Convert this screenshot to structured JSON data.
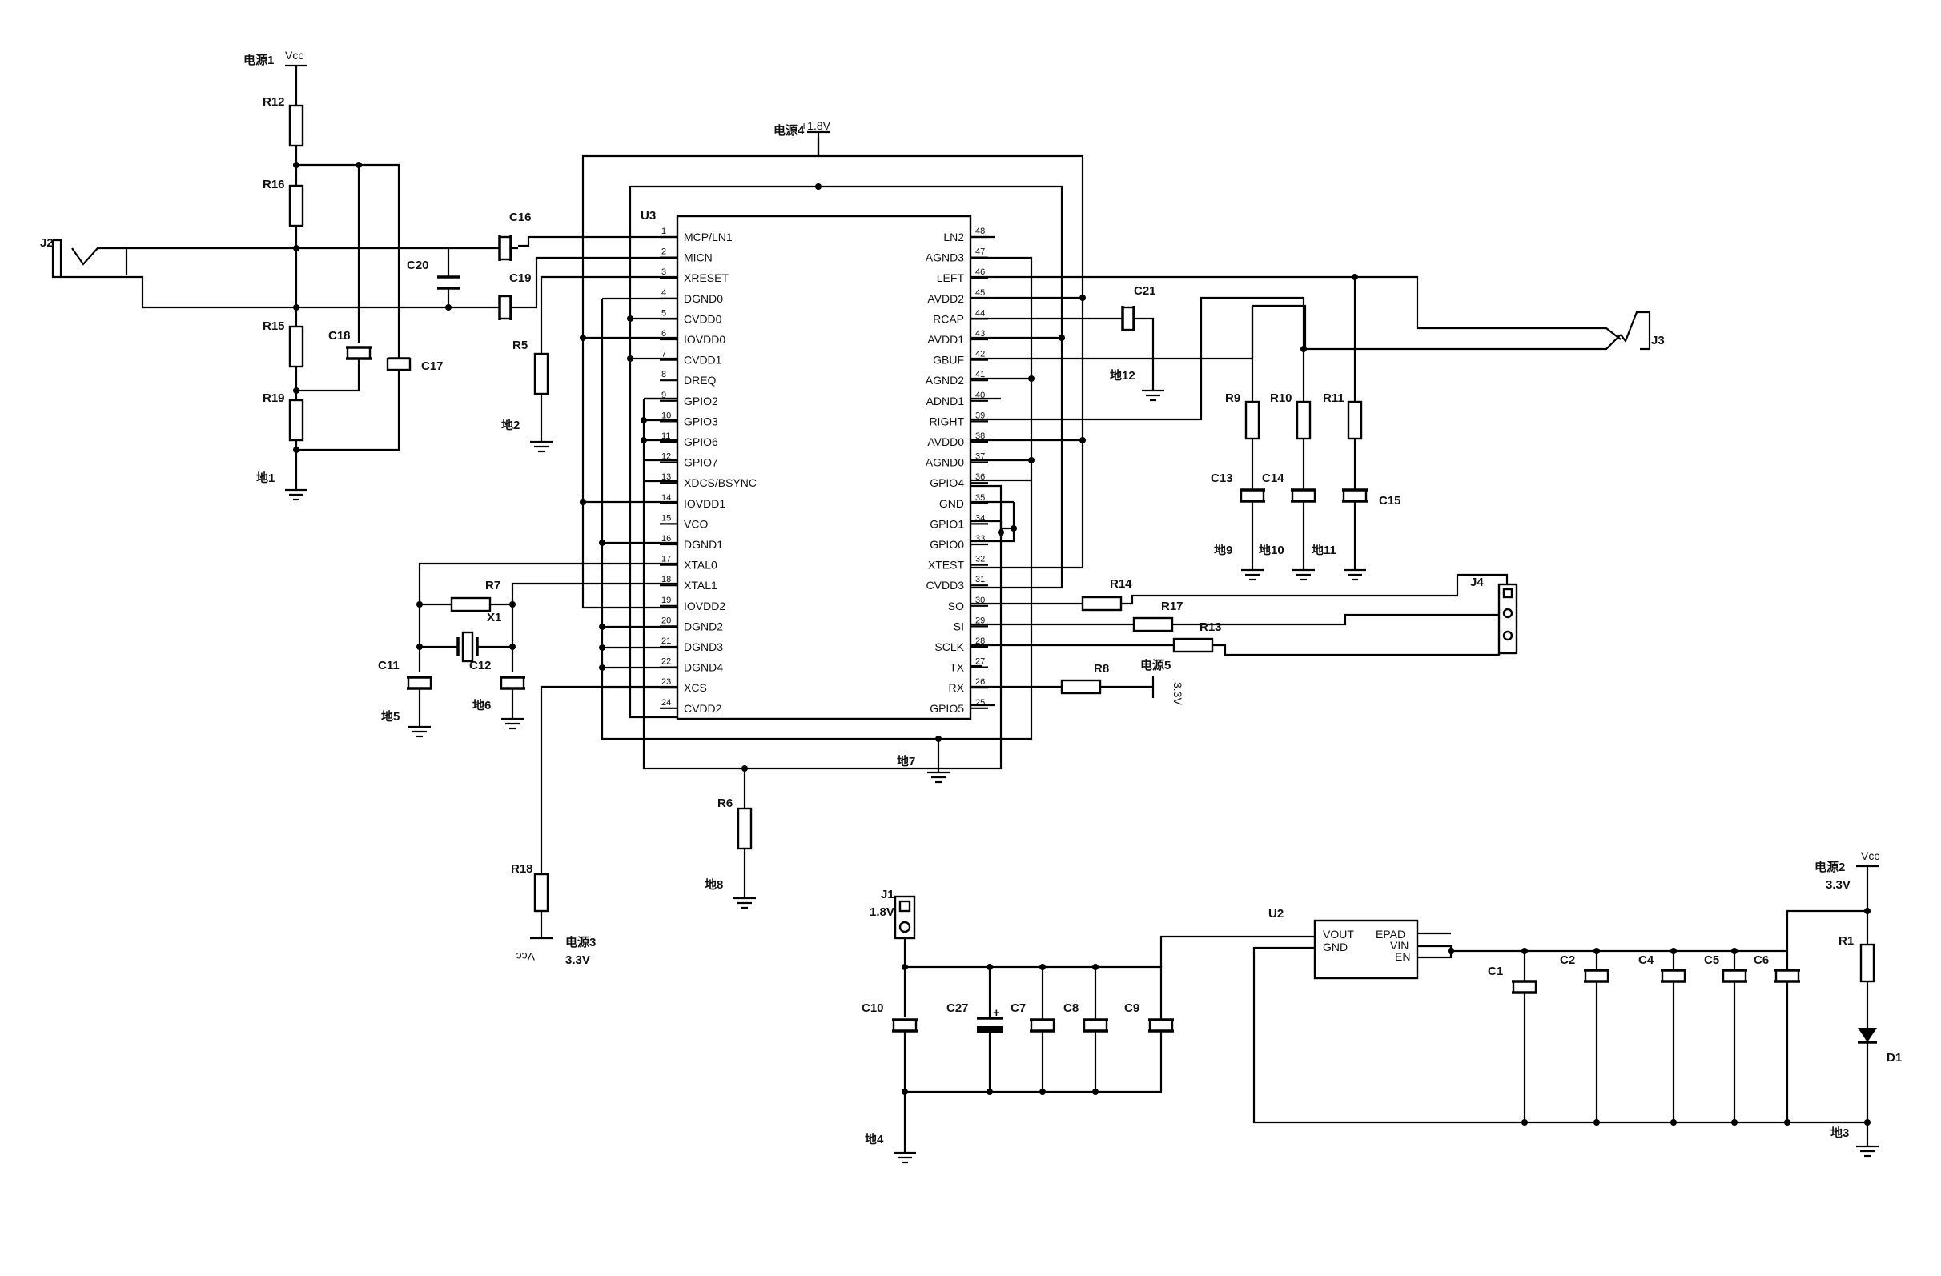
{
  "ic_u3": {
    "ref": "U3",
    "left_pins": [
      {
        "n": "1",
        "name": "MCP/LN1"
      },
      {
        "n": "2",
        "name": "MICN"
      },
      {
        "n": "3",
        "name": "XRESET"
      },
      {
        "n": "4",
        "name": "DGND0"
      },
      {
        "n": "5",
        "name": "CVDD0"
      },
      {
        "n": "6",
        "name": "IOVDD0"
      },
      {
        "n": "7",
        "name": "CVDD1"
      },
      {
        "n": "8",
        "name": "DREQ"
      },
      {
        "n": "9",
        "name": "GPIO2"
      },
      {
        "n": "10",
        "name": "GPIO3"
      },
      {
        "n": "11",
        "name": "GPIO6"
      },
      {
        "n": "12",
        "name": "GPIO7"
      },
      {
        "n": "13",
        "name": "XDCS/BSYNC"
      },
      {
        "n": "14",
        "name": "IOVDD1"
      },
      {
        "n": "15",
        "name": "VCO"
      },
      {
        "n": "16",
        "name": "DGND1"
      },
      {
        "n": "17",
        "name": "XTAL0"
      },
      {
        "n": "18",
        "name": "XTAL1"
      },
      {
        "n": "19",
        "name": "IOVDD2"
      },
      {
        "n": "20",
        "name": "DGND2"
      },
      {
        "n": "21",
        "name": "DGND3"
      },
      {
        "n": "22",
        "name": "DGND4"
      },
      {
        "n": "23",
        "name": "XCS"
      },
      {
        "n": "24",
        "name": "CVDD2"
      }
    ],
    "right_pins": [
      {
        "n": "48",
        "name": "LN2"
      },
      {
        "n": "47",
        "name": "AGND3"
      },
      {
        "n": "46",
        "name": "LEFT"
      },
      {
        "n": "45",
        "name": "AVDD2"
      },
      {
        "n": "44",
        "name": "RCAP"
      },
      {
        "n": "43",
        "name": "AVDD1"
      },
      {
        "n": "42",
        "name": "GBUF"
      },
      {
        "n": "41",
        "name": "AGND2"
      },
      {
        "n": "40",
        "name": "ADND1"
      },
      {
        "n": "39",
        "name": "RIGHT"
      },
      {
        "n": "38",
        "name": "AVDD0"
      },
      {
        "n": "37",
        "name": "AGND0"
      },
      {
        "n": "36",
        "name": "GPIO4"
      },
      {
        "n": "35",
        "name": "GND"
      },
      {
        "n": "34",
        "name": "GPIO1"
      },
      {
        "n": "33",
        "name": "GPIO0"
      },
      {
        "n": "32",
        "name": "XTEST"
      },
      {
        "n": "31",
        "name": "CVDD3"
      },
      {
        "n": "30",
        "name": "SO"
      },
      {
        "n": "29",
        "name": "SI"
      },
      {
        "n": "28",
        "name": "SCLK"
      },
      {
        "n": "27",
        "name": "TX"
      },
      {
        "n": "26",
        "name": "RX"
      },
      {
        "n": "25",
        "name": "GPIO5"
      }
    ]
  },
  "ic_u2": {
    "ref": "U2",
    "pins": [
      "VOUT",
      "GND",
      "EPAD",
      "VIN",
      "EN"
    ]
  },
  "labels": {
    "pwr1": "电源1",
    "vcc1": "Vcc",
    "pwr4": "电源4",
    "pwr4_v": "+1.8V",
    "pwr5": "电源5",
    "pwr5_v": "3.3V",
    "pwr3": "电源3",
    "pwr3_vcc": "Vcc",
    "pwr3_v": "3.3V",
    "pwr2": "电源2",
    "pwr2_vcc": "Vcc",
    "pwr2_v": "3.3V",
    "j1_v": "1.8V",
    "gnd1": "地1",
    "gnd2": "地2",
    "gnd3": "地3",
    "gnd4": "地4",
    "gnd5": "地5",
    "gnd6": "地6",
    "gnd7": "地7",
    "gnd8": "地8",
    "gnd9": "地9",
    "gnd10": "地10",
    "gnd11": "地11",
    "gnd12": "地12"
  },
  "refs": {
    "R1": "R1",
    "R5": "R5",
    "R6": "R6",
    "R7": "R7",
    "R8": "R8",
    "R9": "R9",
    "R10": "R10",
    "R11": "R11",
    "R12": "R12",
    "R13": "R13",
    "R14": "R14",
    "R15": "R15",
    "R16": "R16",
    "R17": "R17",
    "R18": "R18",
    "R19": "R19",
    "C1": "C1",
    "C2": "C2",
    "C4": "C4",
    "C5": "C5",
    "C6": "C6",
    "C7": "C7",
    "C8": "C8",
    "C9": "C9",
    "C10": "C10",
    "C11": "C11",
    "C12": "C12",
    "C13": "C13",
    "C14": "C14",
    "C15": "C15",
    "C16": "C16",
    "C17": "C17",
    "C18": "C18",
    "C19": "C19",
    "C20": "C20",
    "C21": "C21",
    "C27": "C27",
    "J1": "J1",
    "J2": "J2",
    "J3": "J3",
    "J4": "J4",
    "X1": "X1",
    "D1": "D1"
  }
}
